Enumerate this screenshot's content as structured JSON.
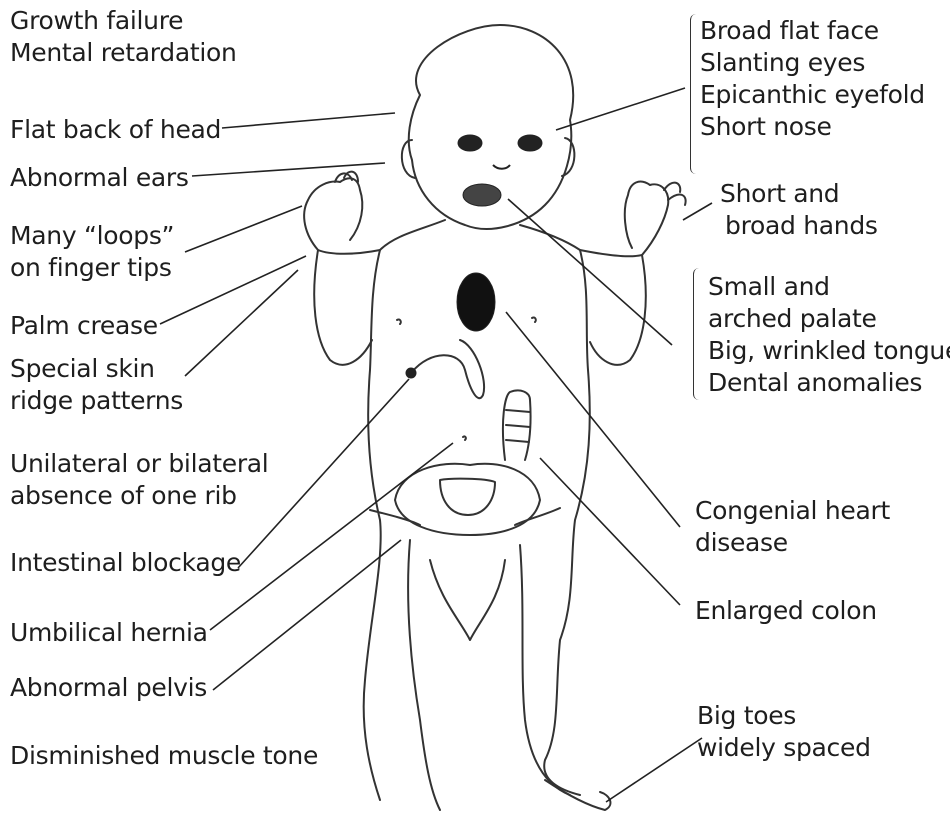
{
  "labels": {
    "growth_failure": "Growth failure",
    "mental_retardation": "Mental retardation",
    "flat_back_of_head": "Flat back of head",
    "abnormal_ears": "Abnormal ears",
    "many_loops_1": "Many “loops”",
    "many_loops_2": "on finger tips",
    "palm_crease": "Palm crease",
    "special_skin_1": "Special skin",
    "special_skin_2": "ridge patterns",
    "rib_1": "Unilateral or bilateral",
    "rib_2": "absence of one rib",
    "intestinal_blockage": "Intestinal blockage",
    "umbilical_hernia": "Umbilical hernia",
    "abnormal_pelvis": "Abnormal pelvis",
    "muscle_tone": "Disminished muscle tone",
    "face_1": "Broad flat face",
    "face_2": "Slanting eyes",
    "face_3": "Epicanthic eyefold",
    "face_4": "Short nose",
    "hands_1": "Short and",
    "hands_2": "broad hands",
    "mouth_1": "Small and",
    "mouth_2": "arched palate",
    "mouth_3": "Big, wrinkled tongue",
    "mouth_4": "Dental anomalies",
    "heart_1": "Congenial heart",
    "heart_2": "disease",
    "colon": "Enlarged colon",
    "toes_1": "Big toes",
    "toes_2": "widely spaced"
  },
  "colors": {
    "text": "#1e1e1e",
    "line": "#222222"
  }
}
